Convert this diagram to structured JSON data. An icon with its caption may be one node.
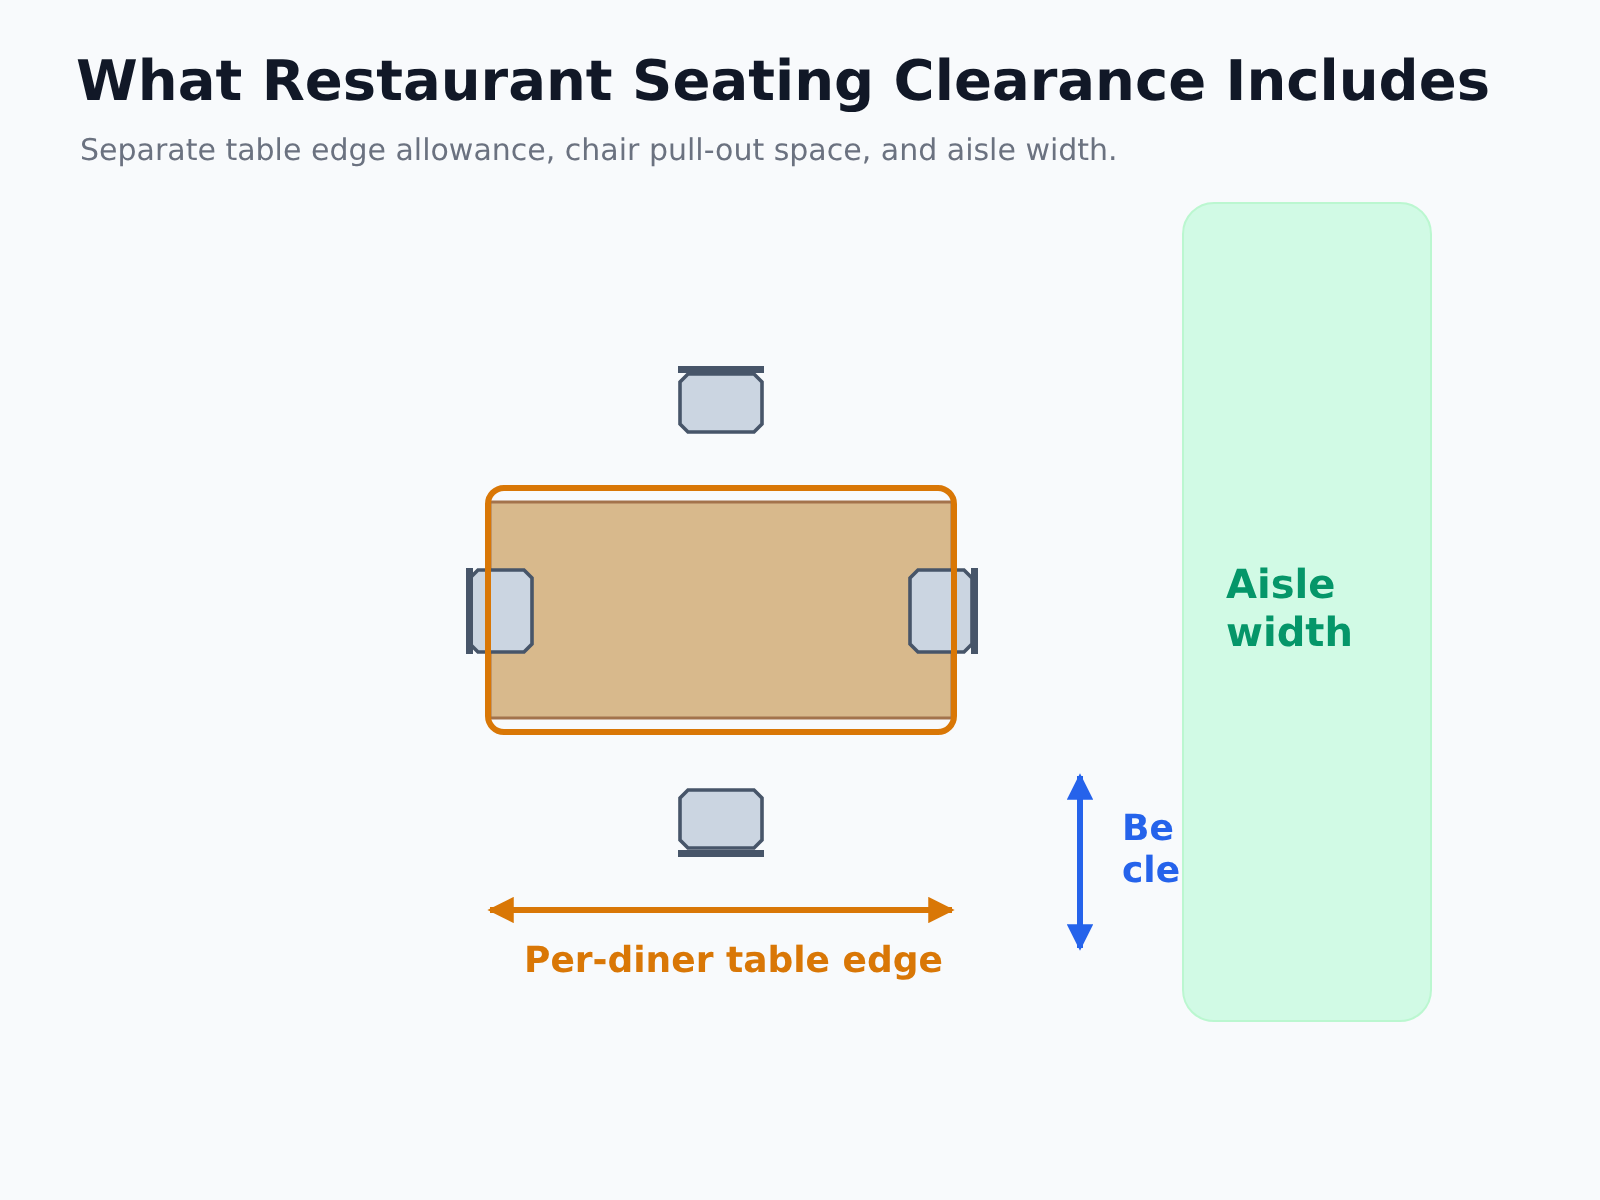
{
  "diagram": {
    "title": "What Restaurant Seating Clearance Includes",
    "caption": "Separate table edge allowance, chair pull-out space, and aisle width.",
    "nodes": [
      {
        "text": [
          "Aisle width"
        ]
      }
    ],
    "labels": [
      "Be cle",
      "Per-diner table edge"
    ]
  }
}
